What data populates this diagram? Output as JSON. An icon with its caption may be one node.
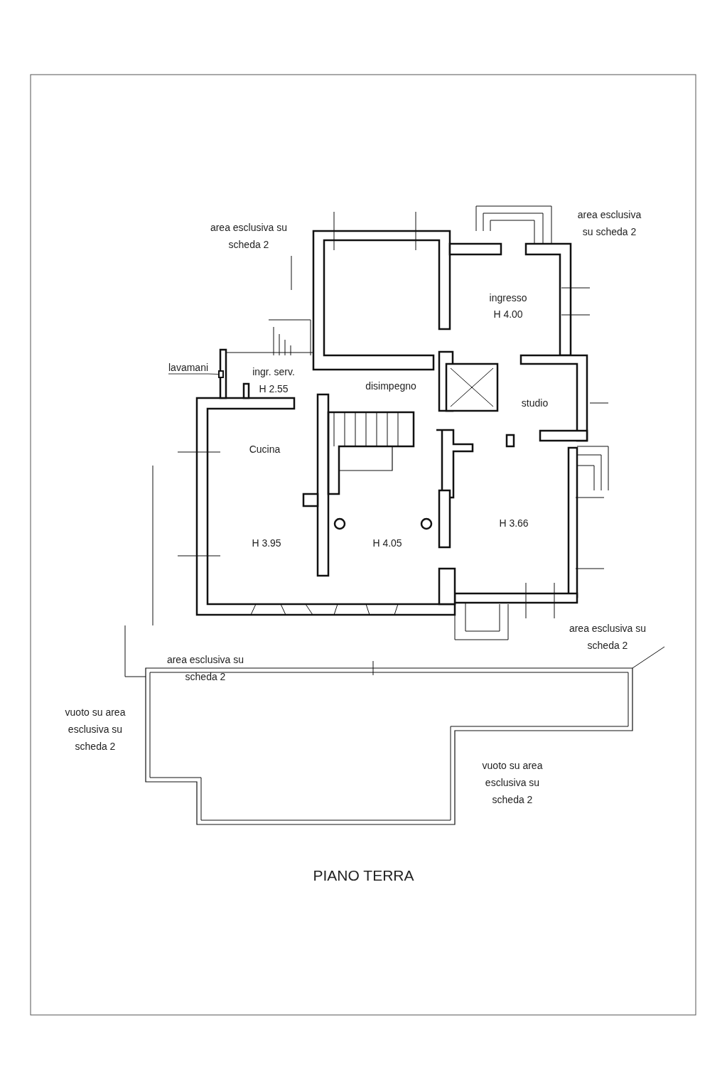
{
  "diagram": {
    "title": "PIANO TERRA",
    "nodes": [
      {
        "text": [
          "lavamani"
        ]
      },
      {
        "text": [],
        "shape": "box"
      }
    ],
    "edges": [
      {
        "from": 0,
        "to": 1,
        "arrow": "none"
      }
    ],
    "labels": [
      "area esclusiva su scheda 2",
      "area esclusiva su scheda 2",
      "ingresso",
      "H 4.00",
      "ingr. serv.",
      "H 2.55",
      "disimpegno",
      "studio",
      "Cucina",
      "H 3.66",
      "H 3.95",
      "H 4.05",
      "area esclusiva su scheda 2",
      "area esclusiva su scheda 2",
      "vuoto su area esclusiva su scheda 2",
      "vuoto su area esclusiva su scheda 2"
    ]
  }
}
